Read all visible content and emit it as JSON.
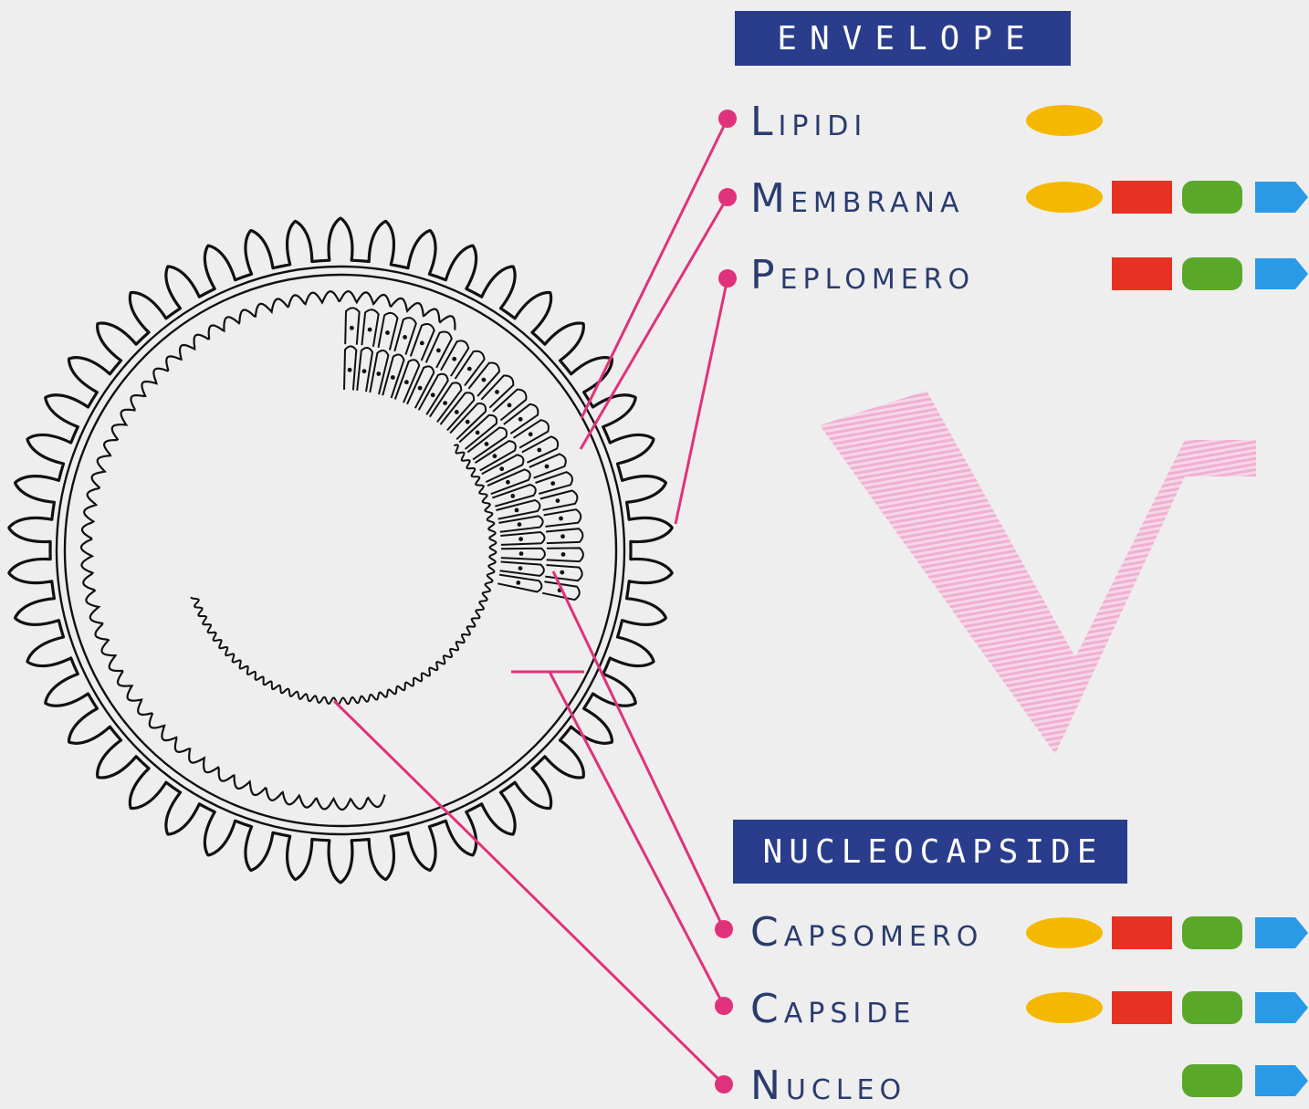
{
  "colors": {
    "header_bg": "#2a3c8c",
    "label_text": "#2a3c6e",
    "leader_line": "#e0327a",
    "watermark": "#f0a8d0",
    "yellow_marker": "#f5b800",
    "red_marker": "#e63222",
    "green_marker": "#5aa82a",
    "blue_marker": "#2a9ae6"
  },
  "sections": {
    "envelope": "ENVELOPE",
    "nucleocapside": "NUCLEOCAPSIDE"
  },
  "labels": {
    "lipidi": "LIPIDI",
    "membrana": "MEMBRANA",
    "peplomero": "PEPLOMERO",
    "capsomero": "CAPSOMERO",
    "capside": "CAPSIDE",
    "nucleo": "NUCLEO"
  },
  "markers": {
    "lipidi": [
      "yellow"
    ],
    "membrana": [
      "yellow",
      "red",
      "green",
      "blue"
    ],
    "peplomero": [
      "red",
      "green",
      "blue"
    ],
    "capsomero": [
      "yellow",
      "red",
      "green",
      "blue"
    ],
    "capside": [
      "yellow",
      "red",
      "green",
      "blue"
    ],
    "nucleo": [
      "green",
      "blue"
    ]
  }
}
